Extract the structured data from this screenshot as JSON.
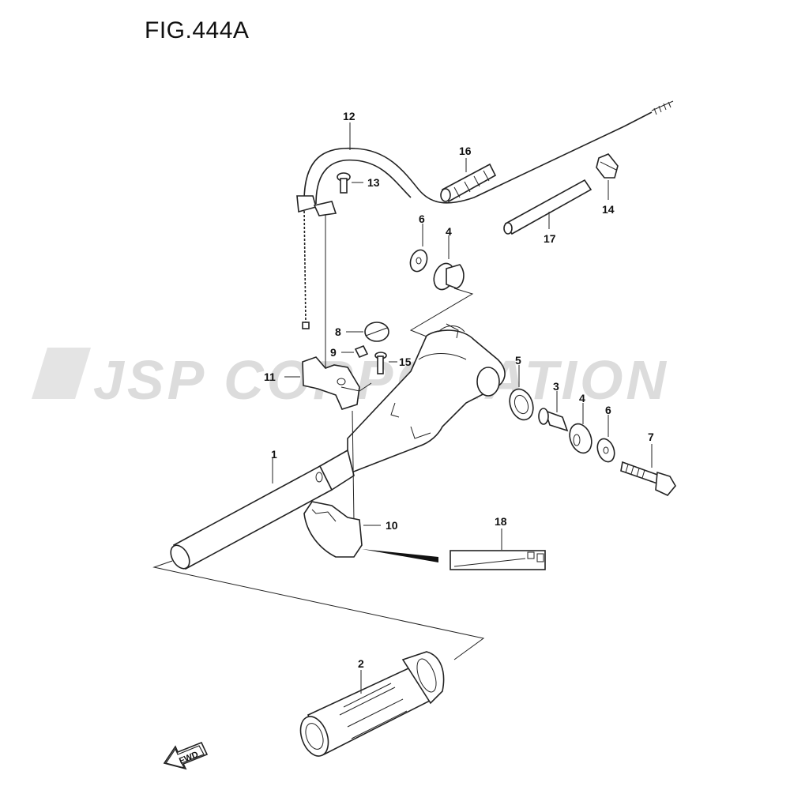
{
  "figure": {
    "title": "FIG.444A",
    "watermark": "JSP CORPORATION",
    "fwd_label": "FWD"
  },
  "parts": [
    {
      "key": "p1",
      "number": "1"
    },
    {
      "key": "p2",
      "number": "2"
    },
    {
      "key": "p3",
      "number": "3"
    },
    {
      "key": "p4a",
      "number": "4"
    },
    {
      "key": "p4b",
      "number": "4"
    },
    {
      "key": "p5",
      "number": "5"
    },
    {
      "key": "p6a",
      "number": "6"
    },
    {
      "key": "p6b",
      "number": "6"
    },
    {
      "key": "p7",
      "number": "7"
    },
    {
      "key": "p8",
      "number": "8"
    },
    {
      "key": "p9",
      "number": "9"
    },
    {
      "key": "p10",
      "number": "10"
    },
    {
      "key": "p11",
      "number": "11"
    },
    {
      "key": "p12",
      "number": "12"
    },
    {
      "key": "p13",
      "number": "13"
    },
    {
      "key": "p14",
      "number": "14"
    },
    {
      "key": "p15",
      "number": "15"
    },
    {
      "key": "p16",
      "number": "16"
    },
    {
      "key": "p17",
      "number": "17"
    },
    {
      "key": "p18",
      "number": "18"
    }
  ],
  "colors": {
    "line": "#222222",
    "watermark": "#dcdcdc"
  }
}
